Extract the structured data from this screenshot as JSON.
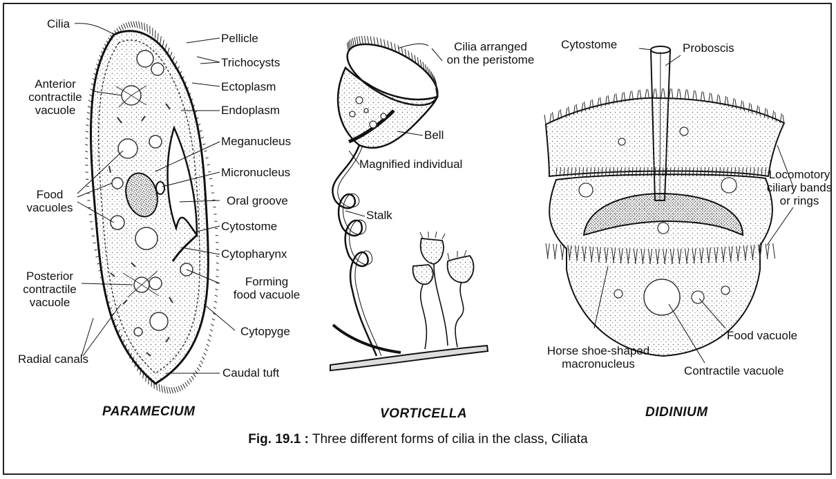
{
  "paramecium": {
    "title": "PARAMECIUM",
    "labels": {
      "cilia": "Cilia",
      "pellicle": "Pellicle",
      "trichocysts": "Trichocysts",
      "ectoplasm": "Ectoplasm",
      "endoplasm": "Endoplasm",
      "anterior_cv": [
        "Anterior",
        "contractile",
        "vacuole"
      ],
      "meganucleus": "Meganucleus",
      "micronucleus": "Micronucleus",
      "food_vacuoles": [
        "Food",
        "vacuoles"
      ],
      "oral_groove": "Oral groove",
      "cytostome": "Cytostome",
      "cytopharynx": "Cytopharynx",
      "posterior_cv": [
        "Posterior",
        "contractile",
        "vacuole"
      ],
      "forming_fv": [
        "Forming",
        "food vacuole"
      ],
      "cytopyge": "Cytopyge",
      "radial_canals": "Radial canals",
      "caudal_tuft": "Caudal tuft"
    }
  },
  "vorticella": {
    "title": "VORTICELLA",
    "labels": {
      "cilia_peristome": [
        "Cilia arranged",
        "on the peristome"
      ],
      "bell": "Bell",
      "magnified": "Magnified individual",
      "stalk": "Stalk"
    }
  },
  "didinium": {
    "title": "DIDINIUM",
    "labels": {
      "cytostome": "Cytostome",
      "proboscis": "Proboscis",
      "locomotory": [
        "Locomotory",
        "ciliary bands",
        "or rings"
      ],
      "horseshoe": [
        "Horse shoe-shaped",
        "macronucleus"
      ],
      "food_vacuole": "Food vacuole",
      "contractile_vacuole": "Contractile vacuole"
    }
  },
  "caption": {
    "fig": "Fig. 19.1 :",
    "text": " Three different forms of cilia in the class, Ciliata"
  }
}
